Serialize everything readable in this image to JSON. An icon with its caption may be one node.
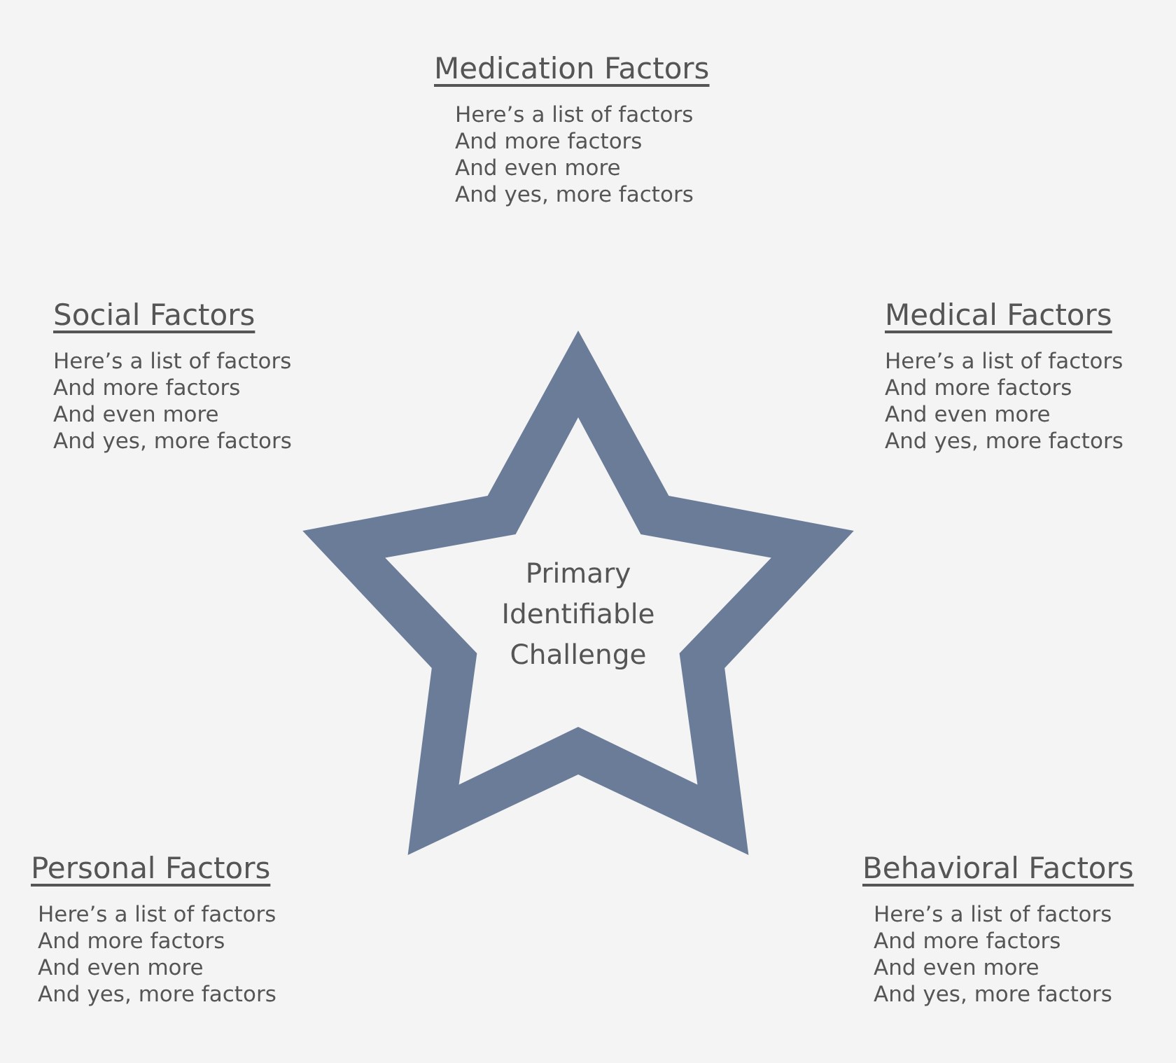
{
  "diagram": {
    "nodes": [
      {
        "text": [
          "Primary Identifiable Challenge"
        ]
      }
    ],
    "edges": [],
    "labels": [
      "Medication Factors",
      "Here’s a list of factors",
      "And more factors",
      "And even more",
      "And yes, more factors",
      "Social Factors",
      "Here’s a list of factors",
      "And more factors",
      "And even more",
      "And yes, more factors",
      "Medical Factors",
      "Here’s a list of factors",
      "And more factors",
      "And even more",
      "And yes, more factors",
      "Personal Factors",
      "Here’s a list of factors",
      "And more factors",
      "And even more",
      "And yes, more factors",
      "Behavioral Factors",
      "Here’s a list of factors",
      "And more factors",
      "And even more",
      "And yes, more factors"
    ]
  }
}
